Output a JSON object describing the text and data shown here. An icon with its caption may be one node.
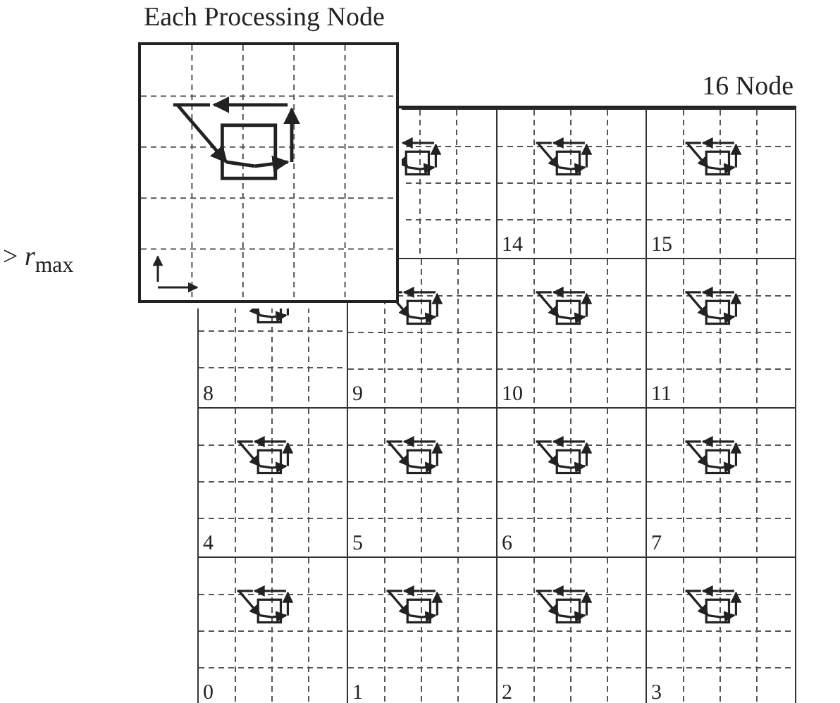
{
  "diagram": {
    "nodes": [
      {
        "text": [
          "Each Processing Node"
        ]
      },
      {
        "text": [
          "16 Node"
        ]
      },
      {
        "text": [],
        "shape": "box",
        "in": 1
      },
      {
        "text": [
          "14"
        ],
        "in": 1
      },
      {
        "text": [
          "15"
        ],
        "in": 1
      },
      {
        "text": [
          "8"
        ],
        "in": 1
      },
      {
        "text": [
          "9"
        ],
        "in": 1
      },
      {
        "text": [
          "10"
        ],
        "in": 1
      },
      {
        "text": [
          "11"
        ],
        "in": 1
      },
      {
        "text": [
          "4"
        ],
        "in": 1
      },
      {
        "text": [
          "5"
        ],
        "in": 1
      },
      {
        "text": [
          "6"
        ],
        "in": 1
      },
      {
        "text": [
          "7"
        ],
        "in": 1
      },
      {
        "text": [
          "0"
        ],
        "in": 1
      },
      {
        "text": [
          "1"
        ],
        "in": 1
      },
      {
        "text": [
          "2"
        ],
        "in": 1
      },
      {
        "text": [
          "3"
        ],
        "in": 1
      }
    ],
    "labels": [
      "> *r*$_{max}$"
    ]
  }
}
